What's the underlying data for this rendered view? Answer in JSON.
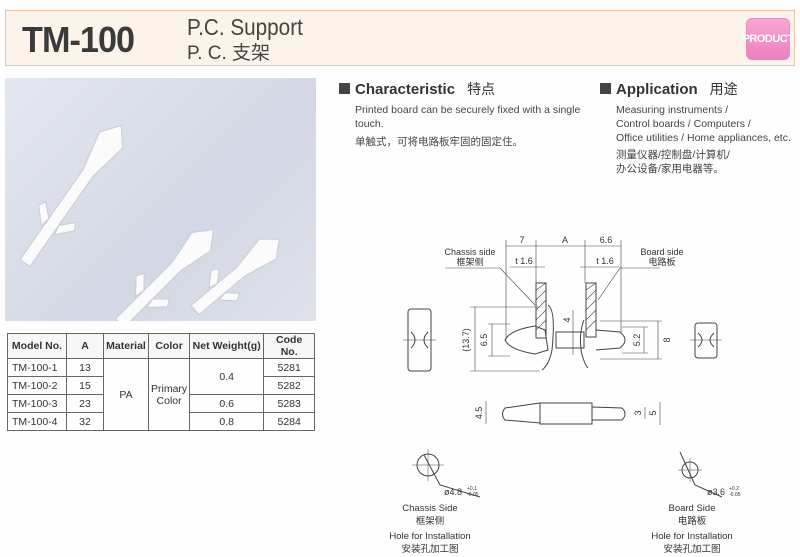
{
  "header": {
    "model": "TM-100",
    "title_en": "P.C. Support",
    "title_cn": "P. C. 支架",
    "badge": "PRODUCT"
  },
  "table": {
    "headers": [
      "Model No.",
      "A",
      "Material",
      "Color",
      "Net Weight(g)",
      "Code No."
    ],
    "rows": [
      {
        "model": "TM-100-1",
        "a": "13",
        "code": "5281"
      },
      {
        "model": "TM-100-2",
        "a": "15",
        "code": "5282"
      },
      {
        "model": "TM-100-3",
        "a": "23",
        "code": "5283"
      },
      {
        "model": "TM-100-4",
        "a": "32",
        "code": "5284"
      }
    ],
    "material": "PA",
    "color": "Primary Color",
    "weights": [
      "0.4",
      "0.6",
      "0.8"
    ]
  },
  "characteristic": {
    "title": "Characteristic",
    "title_cn": "特点",
    "text": "Printed board can be securely fixed with a single touch.",
    "text_cn": "单触式，可将电路板牢固的固定住。"
  },
  "application": {
    "title": "Application",
    "title_cn": "用途",
    "lines": [
      "Measuring instruments /",
      "Control boards / Computers /",
      "Office utilities / Home appliances, etc."
    ],
    "lines_cn": [
      "测量仪器/控制盘/计算机/",
      "办公设备/家用电器等。"
    ]
  },
  "drawing": {
    "chassis_side": "Chassis side",
    "chassis_side_cn": "框架侧",
    "board_side": "Board side",
    "board_side_cn": "电路板",
    "dims": {
      "d7": "7",
      "dA": "A",
      "d66": "6.6",
      "t1": "t 1.6",
      "t2": "t 1.6",
      "h137": "(13.7)",
      "h65": "6.5",
      "h4": "4",
      "h52": "5.2",
      "h8": "8",
      "s45": "4.5",
      "s3": "3",
      "s5": "5"
    },
    "hole_chassis": {
      "dia": "ø4.8",
      "tol_plus": "+0.1",
      "tol_minus": "-0.05",
      "label": "Chassis Side",
      "label_cn": "框架侧",
      "caption": "Hole for Installation",
      "caption_cn": "安装孔加工图"
    },
    "hole_board": {
      "dia": "ø3.6",
      "tol_plus": "+0.2",
      "tol_minus": "-0.05",
      "label": "Board Side",
      "label_cn": "电路板",
      "caption": "Hole for Installation",
      "caption_cn": "安装孔加工图"
    }
  }
}
